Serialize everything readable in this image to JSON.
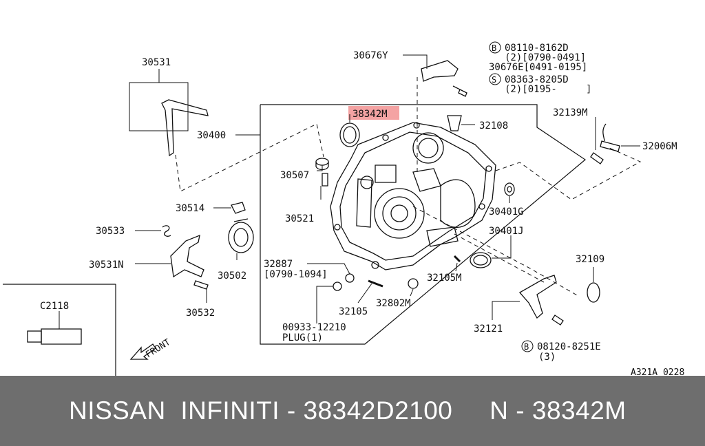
{
  "diagram": {
    "code": "A321A 0228",
    "front_label": "FRONT",
    "highlight_color": "#f4a3a3",
    "parts": {
      "p30531": "30531",
      "p30400": "30400",
      "p30676Y": "30676Y",
      "p38342M": "38342M",
      "p32108": "32108",
      "p30507": "30507",
      "p30521": "30521",
      "p30514": "30514",
      "p30533": "30533",
      "p30531N": "30531N",
      "p30502": "30502",
      "p30532": "30532",
      "p32887": "32887",
      "p32887_range": "[0790-1094]",
      "p32105": "32105",
      "p32802M": "32802M",
      "p32105M": "32105M",
      "p00933": "00933-12210",
      "p00933_note": "PLUG(1)",
      "p30401G": "30401G",
      "p30401J": "30401J",
      "p32139M": "32139M",
      "p32006M": "32006M",
      "p32109": "32109",
      "p32121": "32121",
      "pC2118": "C2118",
      "b_08110": "08110-8162D",
      "b_08110_note": "(2)[0790-0491]",
      "p30676E": "30676E[0491-0195]",
      "s_08363": "08363-8205D",
      "s_08363_note": "(2)[0195-     ]",
      "b_08120": "08120-8251E",
      "b_08120_note": "(3)",
      "mark_b": "B",
      "mark_s": "S"
    }
  },
  "footer": {
    "text": "NISSAN  INFINITI - 38342D2100     N - 38342M"
  }
}
